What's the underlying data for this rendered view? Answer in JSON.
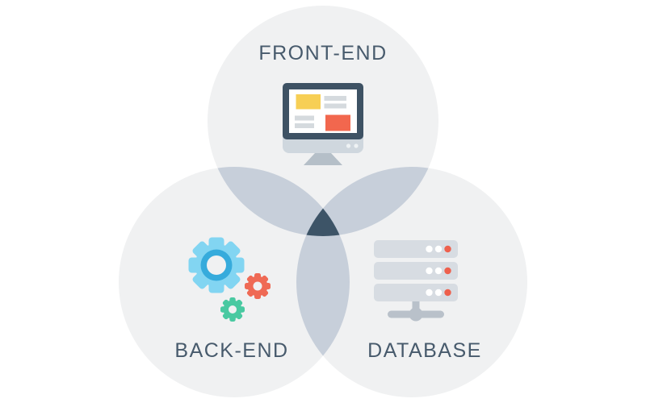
{
  "diagram": {
    "type": "venn",
    "sets": [
      {
        "label": "FRONT-END",
        "icon": "monitor-icon",
        "position": "top"
      },
      {
        "label": "BACK-END",
        "icon": "gears-icon",
        "position": "bottom-left"
      },
      {
        "label": "DATABASE",
        "icon": "server-icon",
        "position": "bottom-right"
      }
    ]
  },
  "colors": {
    "page-bg": "#ffffff",
    "circle-fill": "#f0f1f2",
    "overlap-fill": "#c7cfda",
    "core-fill": "#3d5467",
    "label-color": "#475a6c",
    "monitor-frame": "#3e5264",
    "monitor-chin": "#cfd7de",
    "monitor-stand": "#b5bfc8",
    "screen-yellow": "#f7cf55",
    "screen-red": "#f2674e",
    "screen-gray": "#d5dade",
    "gear-blue": "#82d5f2",
    "gear-blue-ring": "#36abdc",
    "gear-red": "#ef6a55",
    "gear-green": "#49c9a1",
    "server-bar": "#d7dce2",
    "server-stand": "#b9c1ca",
    "server-dot-white": "#ffffff",
    "server-dot-red": "#ee604d"
  }
}
